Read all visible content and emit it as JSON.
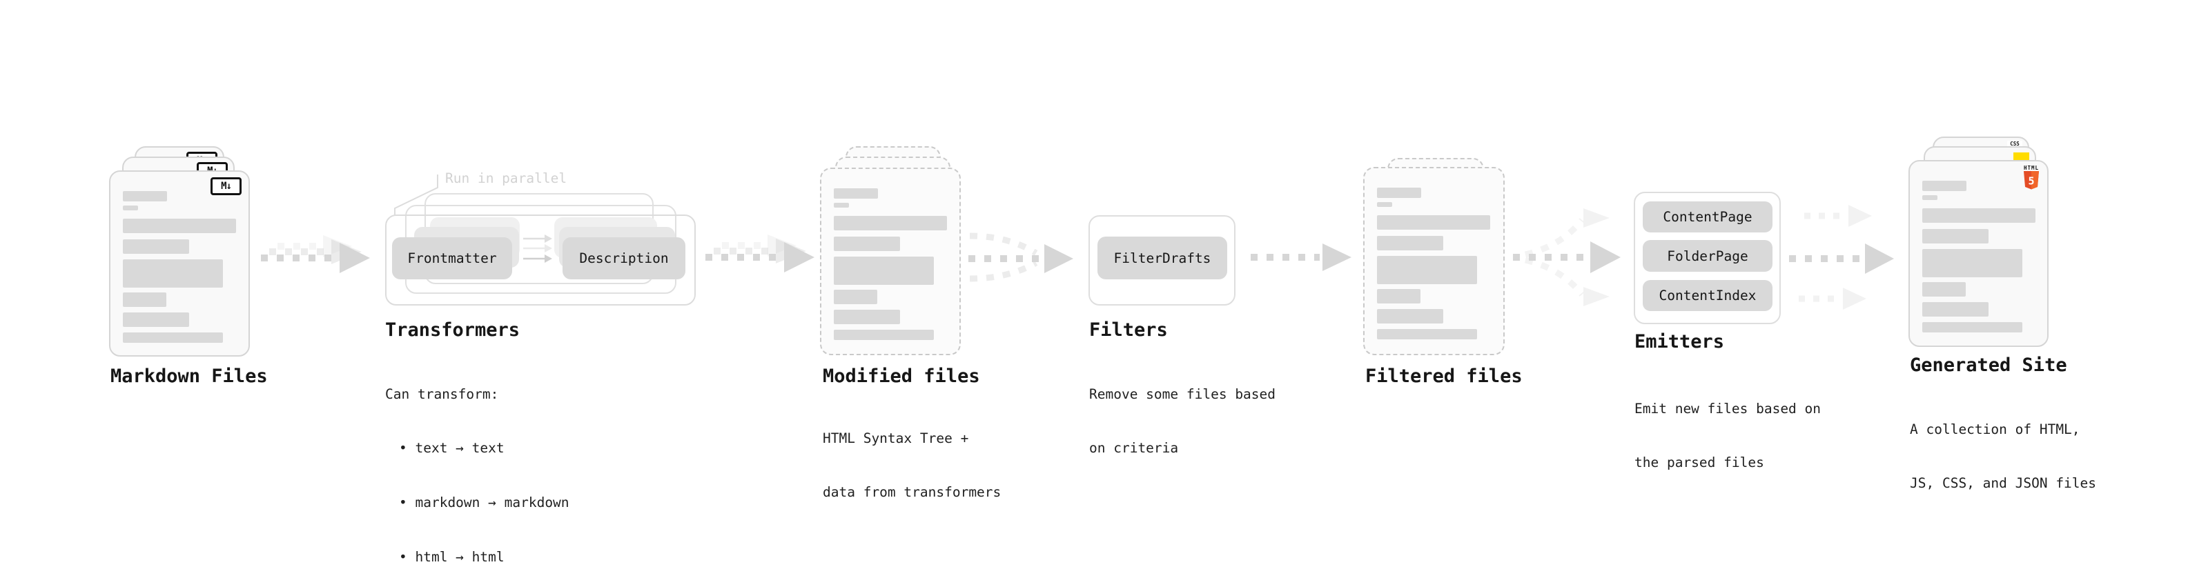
{
  "diagram": {
    "stages": [
      {
        "id": "markdown-files",
        "title": "Markdown Files"
      },
      {
        "id": "transformers",
        "title": "Transformers",
        "annotation": "Run in parallel",
        "pills": [
          "Frontmatter",
          "Description"
        ],
        "desc": [
          "Can transform:",
          "• text → text",
          "• markdown → markdown",
          "• html → html"
        ]
      },
      {
        "id": "modified-files",
        "title": "Modified files",
        "desc": [
          "HTML Syntax Tree +",
          "data from transformers"
        ]
      },
      {
        "id": "filters",
        "title": "Filters",
        "pills": [
          "FilterDrafts"
        ],
        "desc": [
          "Remove some files based",
          "on criteria"
        ]
      },
      {
        "id": "filtered-files",
        "title": "Filtered files"
      },
      {
        "id": "emitters",
        "title": "Emitters",
        "pills": [
          "ContentPage",
          "FolderPage",
          "ContentIndex"
        ],
        "desc": [
          "Emit new files based on",
          "the parsed files"
        ]
      },
      {
        "id": "generated-site",
        "title": "Generated Site",
        "desc": [
          "A collection of HTML,",
          "JS, CSS, and JSON files"
        ]
      }
    ],
    "badges": {
      "markdown": "M↓",
      "css": "CSS",
      "html_label": "HTML",
      "html_number": "5"
    },
    "colors": {
      "html5_shield": "#E44D26",
      "html5_shield_light": "#F16529",
      "js_badge": "#FFDC00",
      "css_bar": "#2F6BE6",
      "skeleton_bar": "#D9D9D9",
      "pill_fill": "#D9D9D9",
      "arrow": "#D6D6D6",
      "heading_text": "#1A1A1A",
      "annotation": "#D2D2D2"
    }
  }
}
